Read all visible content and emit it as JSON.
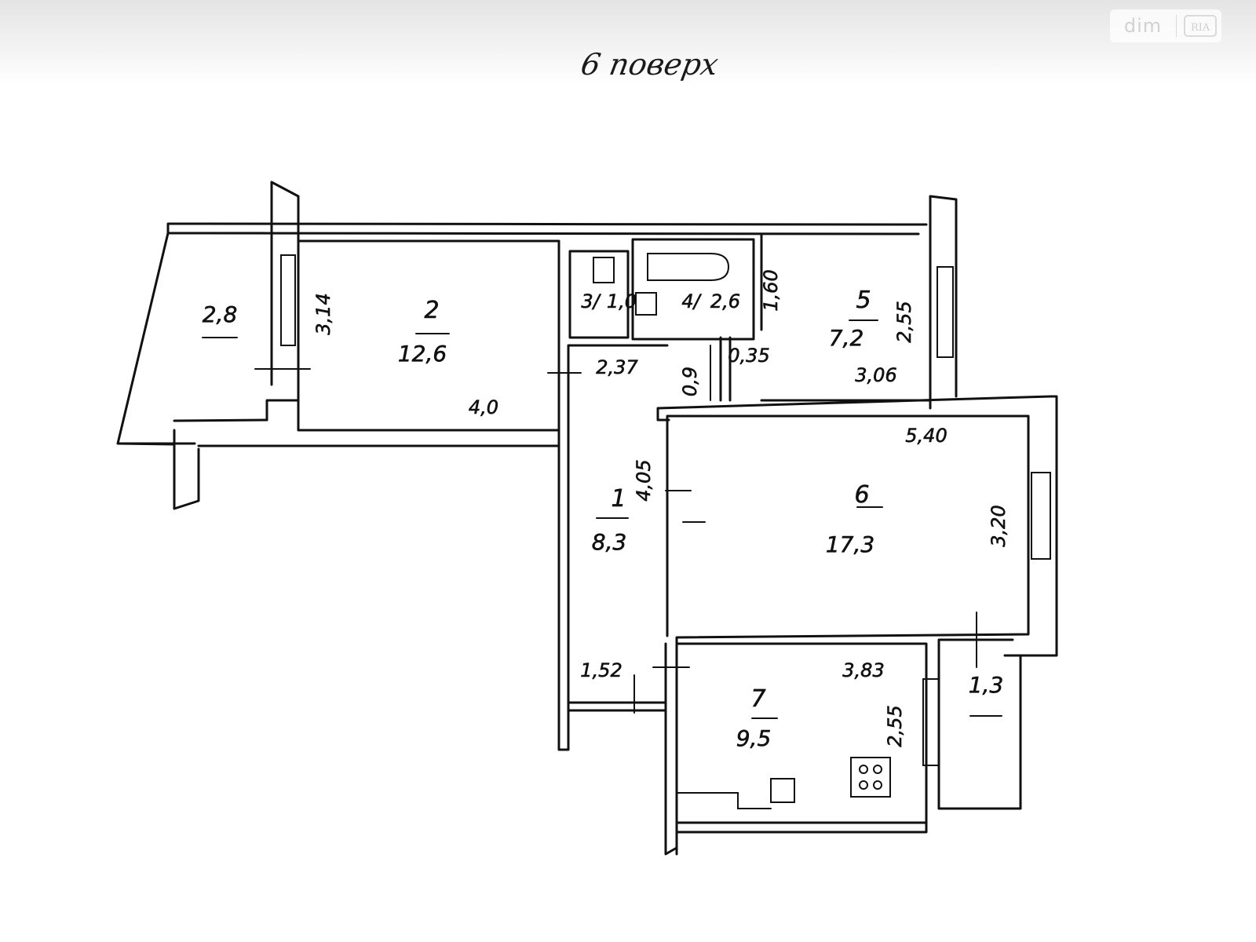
{
  "header": {
    "title": "6 поверх",
    "watermark": "dim",
    "watermark_logo": "RIA"
  },
  "rooms": [
    {
      "number": "",
      "area": "2,8"
    },
    {
      "number": "2",
      "area": "12,6"
    },
    {
      "number": "3",
      "area": "1,0"
    },
    {
      "number": "4",
      "area": "2,6"
    },
    {
      "number": "5",
      "area": "7,2"
    },
    {
      "number": "1",
      "area": "8,3"
    },
    {
      "number": "6",
      "area": "17,3"
    },
    {
      "number": "7",
      "area": "9,5"
    },
    {
      "number": "",
      "area": "1,3"
    }
  ],
  "dimensions": [
    "3,14",
    "4,0",
    "2,37",
    "1,60",
    "2,55",
    "3,06",
    "0,9",
    "0,35",
    "5,40",
    "4,05",
    "3,20",
    "1,52",
    "3,83",
    "2,55"
  ]
}
